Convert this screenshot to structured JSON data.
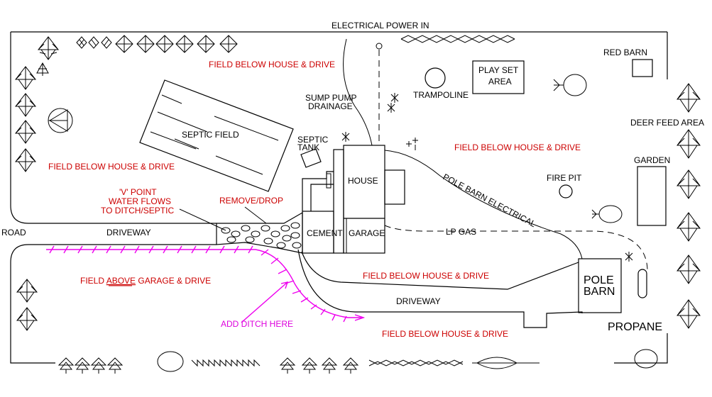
{
  "labels": {
    "electrical_power_in": "ELECTRICAL POWER IN",
    "field_below_top": "FIELD BELOW HOUSE & DRIVE",
    "red_barn": "RED BARN",
    "play_set_1": "PLAY SET",
    "play_set_2": "AREA",
    "trampoline": "TRAMPOLINE",
    "sump_pump_1": "SUMP PUMP",
    "sump_pump_2": "DRAINAGE",
    "deer_feed": "DEER FEED AREA",
    "septic_field": "SEPTIC FIELD",
    "septic_tank_1": "SEPTIC",
    "septic_tank_2": "TANK",
    "field_below_right": "FIELD BELOW HOUSE & DRIVE",
    "field_below_left": "FIELD BELOW HOUSE & DRIVE",
    "garden": "GARDEN",
    "house": "HOUSE",
    "fire_pit": "FIRE PIT",
    "pole_barn_electrical": "POLE BARN ELECTRICAL",
    "v_point_1": "'V' POINT",
    "v_point_2": "WATER FLOWS",
    "v_point_3": "TO DITCH/SEPTIC",
    "remove_drop": "REMOVE/DROP",
    "road": "ROAD",
    "driveway_left": "DRIVEWAY",
    "cement": "CEMENT",
    "garage": "GARAGE",
    "lp_gas": "LP GAS",
    "field_above_a": "FIELD ",
    "field_above_b": "ABOVE",
    "field_above_c": " GARAGE & DRIVE",
    "field_below_mid": "FIELD BELOW HOUSE & DRIVE",
    "pole_barn_1": "POLE",
    "pole_barn_2": "BARN",
    "driveway_lower": "DRIVEWAY",
    "add_ditch": "ADD DITCH HERE",
    "field_below_bottom": "FIELD BELOW HOUSE & DRIVE",
    "propane": "PROPANE"
  },
  "colors": {
    "label_red": "#cc0000",
    "ditch_magenta": "#ee00ee",
    "line_black": "#000000"
  }
}
